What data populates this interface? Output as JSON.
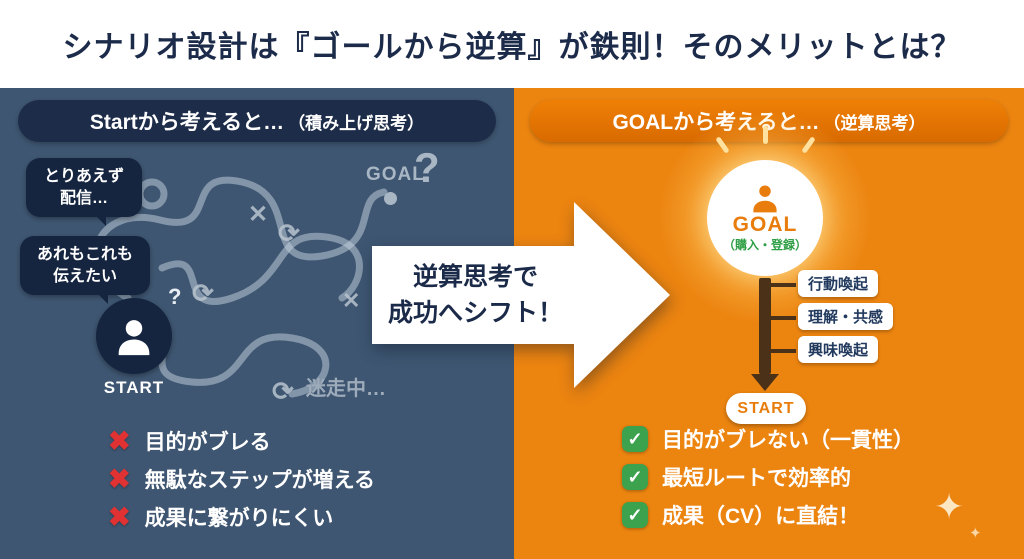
{
  "title": "シナリオ設計は『ゴールから逆算』が鉄則！そのメリットとは？",
  "left_panel": {
    "header_main": "Startから考えると…",
    "header_sub": "（積み上げ思考）",
    "bubble1": [
      "とりあえず",
      "配信…"
    ],
    "bubble2": [
      "あれもこれも",
      "伝えたい"
    ],
    "start_label": "START",
    "goal_label": "GOAL",
    "goal_question": "?",
    "person_question": "?",
    "lost_label": "迷走中…",
    "cons": [
      "目的がブレる",
      "無駄なステップが増える",
      "成果に繋がりにくい"
    ]
  },
  "center_arrow": {
    "line1": "逆算思考で",
    "line2": "成功へシフト！"
  },
  "right_panel": {
    "header_main": "GOALから考えると…",
    "header_sub": "（逆算思考）",
    "goal_label": "GOAL",
    "goal_sub": "（購入・登録）",
    "steps": [
      "行動喚起",
      "理解・共感",
      "興味喚起"
    ],
    "start_label": "START",
    "pros": [
      "目的がブレない（一貫性）",
      "最短ルートで効率的",
      "成果（CV）に直結！"
    ]
  },
  "icons": {
    "cross": "✖",
    "check": "✓",
    "loop": "⟳",
    "tangle_cross": "✕",
    "sparkle": "✦"
  },
  "colors": {
    "navy": "#1c2b49",
    "slate_panel": "#3e5671",
    "orange_panel": "#ec8410",
    "red": "#e03233",
    "green": "#3da24e",
    "arrow_dark": "#4a3118"
  }
}
